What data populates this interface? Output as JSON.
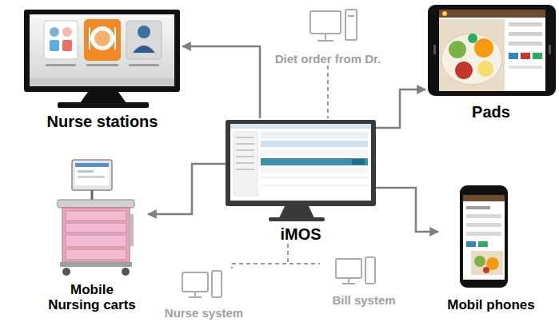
{
  "diagram": {
    "nodes": [
      {
        "text": [
          "Nurse stations"
        ]
      },
      {
        "text": [
          "Diet order from Dr."
        ]
      },
      {
        "text": [
          "Pads"
        ]
      },
      {
        "text": [
          "iMOS"
        ]
      },
      {
        "text": [
          "Mobile Nursing carts"
        ]
      },
      {
        "text": [
          "Mobil phones"
        ]
      },
      {
        "text": [
          "Nurse system"
        ]
      },
      {
        "text": [
          "Bill system"
        ]
      }
    ],
    "edges": [
      {
        "from": 3,
        "to": 0,
        "arrow": "to"
      },
      {
        "from": 1,
        "to": 3,
        "arrow": "none"
      },
      {
        "from": 3,
        "to": 2,
        "arrow": "to"
      },
      {
        "from": 3,
        "to": 4,
        "arrow": "to"
      },
      {
        "from": 3,
        "to": 5,
        "arrow": "to"
      },
      {
        "from": 3,
        "to": 6,
        "arrow": "none"
      },
      {
        "from": 3,
        "to": 7,
        "arrow": "none"
      }
    ]
  }
}
